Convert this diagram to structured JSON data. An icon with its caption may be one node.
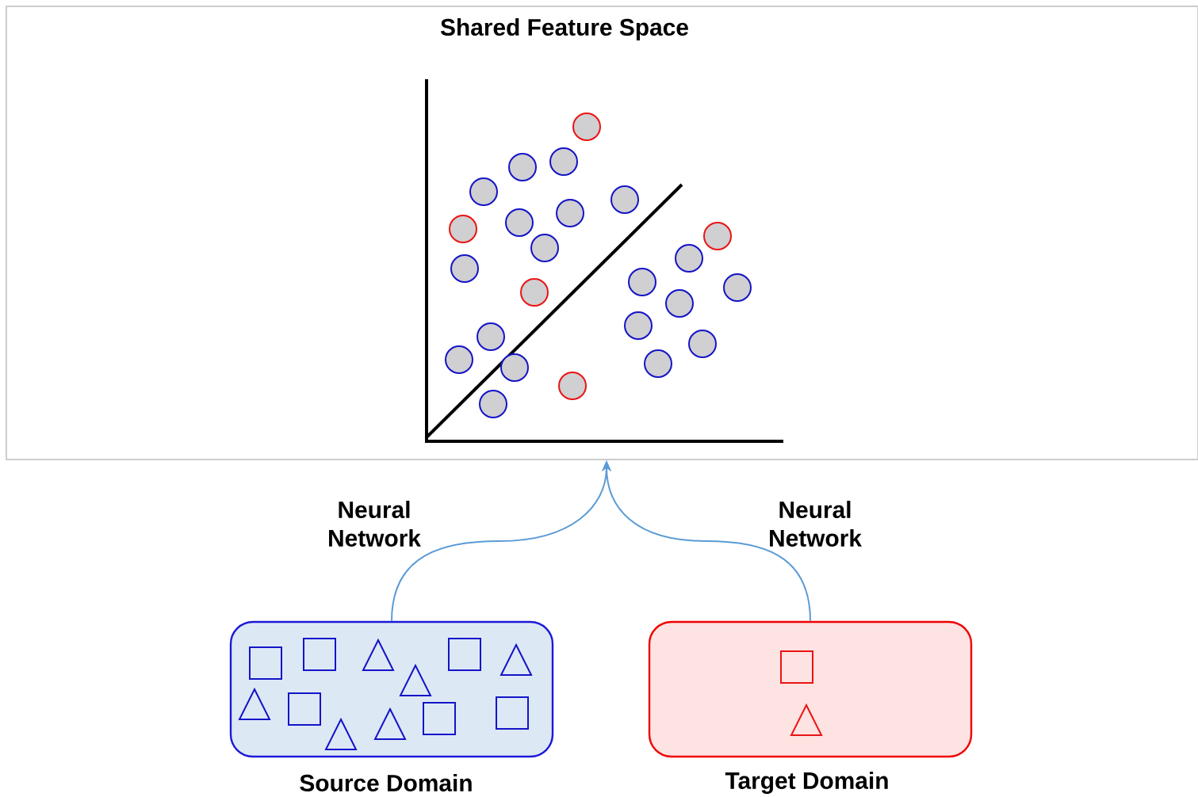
{
  "diagram": {
    "nodes": [
      {
        "text": [
          "Shared Feature Space"
        ]
      },
      {
        "text": [
          "Source Domain"
        ]
      },
      {
        "text": [
          "Target Domain"
        ]
      }
    ],
    "edges": [
      {
        "from": 1,
        "to": 0,
        "arrow": "to",
        "label": "Neural Network"
      },
      {
        "from": 2,
        "to": 0,
        "arrow": "to",
        "label": "Neural Network"
      }
    ]
  }
}
